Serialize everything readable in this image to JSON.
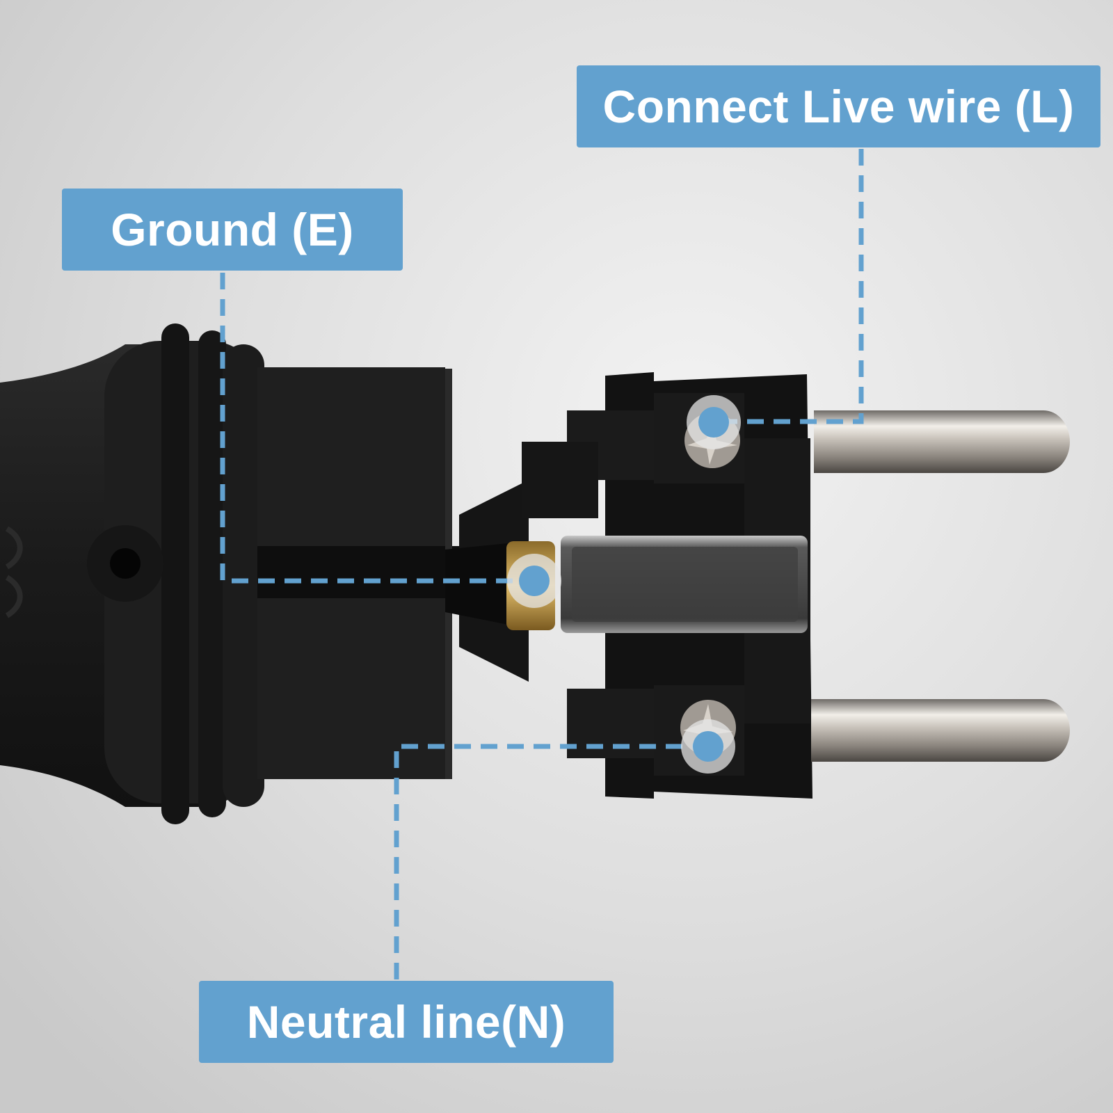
{
  "labels": {
    "live": "Connect Live wire (L)",
    "ground": "Ground (E)",
    "neutral": "Neutral line(N)"
  },
  "colors": {
    "label_background": "#62a1cf",
    "label_text": "#ffffff",
    "callout_line": "#62a1cf",
    "plug_body": "#1a1a1a"
  },
  "icons": {
    "live_marker": "dot-icon",
    "ground_marker": "dot-icon",
    "neutral_marker": "dot-icon"
  }
}
